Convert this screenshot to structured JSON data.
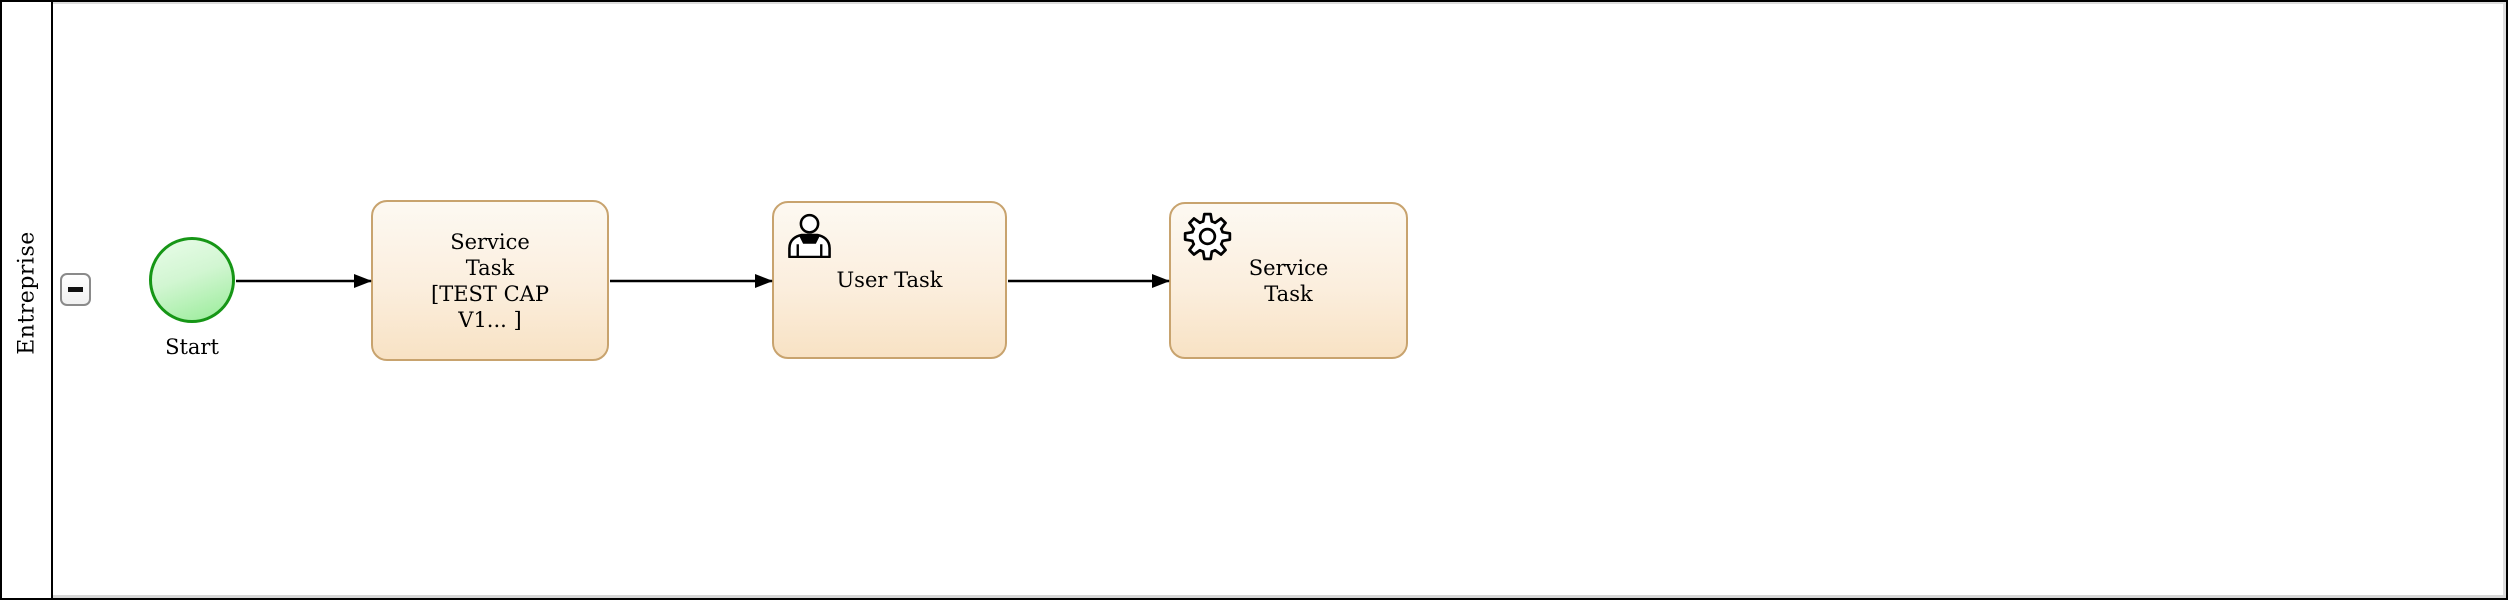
{
  "pool": {
    "lane": {
      "label": "Entreprise"
    },
    "collapse_button": {
      "symbol": "−"
    }
  },
  "process": {
    "start_event": {
      "label": "Start"
    },
    "tasks": [
      {
        "lines": [
          "Service",
          "Task",
          "[TEST CAP",
          "V1... ]"
        ],
        "icon": "none"
      },
      {
        "lines": [
          "User Task"
        ],
        "icon": "user-icon"
      },
      {
        "lines": [
          "Service",
          "Task"
        ],
        "icon": "gear-icon"
      }
    ],
    "connections": [
      {
        "from": "start-event",
        "to": "service-task-1"
      },
      {
        "from": "service-task-1",
        "to": "user-task"
      },
      {
        "from": "user-task",
        "to": "service-task-2"
      }
    ]
  },
  "colors": {
    "task_border": "#c8a36e",
    "task_fill_top": "#fdf9f2",
    "task_fill_bottom": "#f8e2c4",
    "event_border": "#169616",
    "event_fill_top": "#e9fce9",
    "event_fill_bottom": "#98ec98",
    "line_color": "#000000",
    "pool_border": "#000000"
  }
}
